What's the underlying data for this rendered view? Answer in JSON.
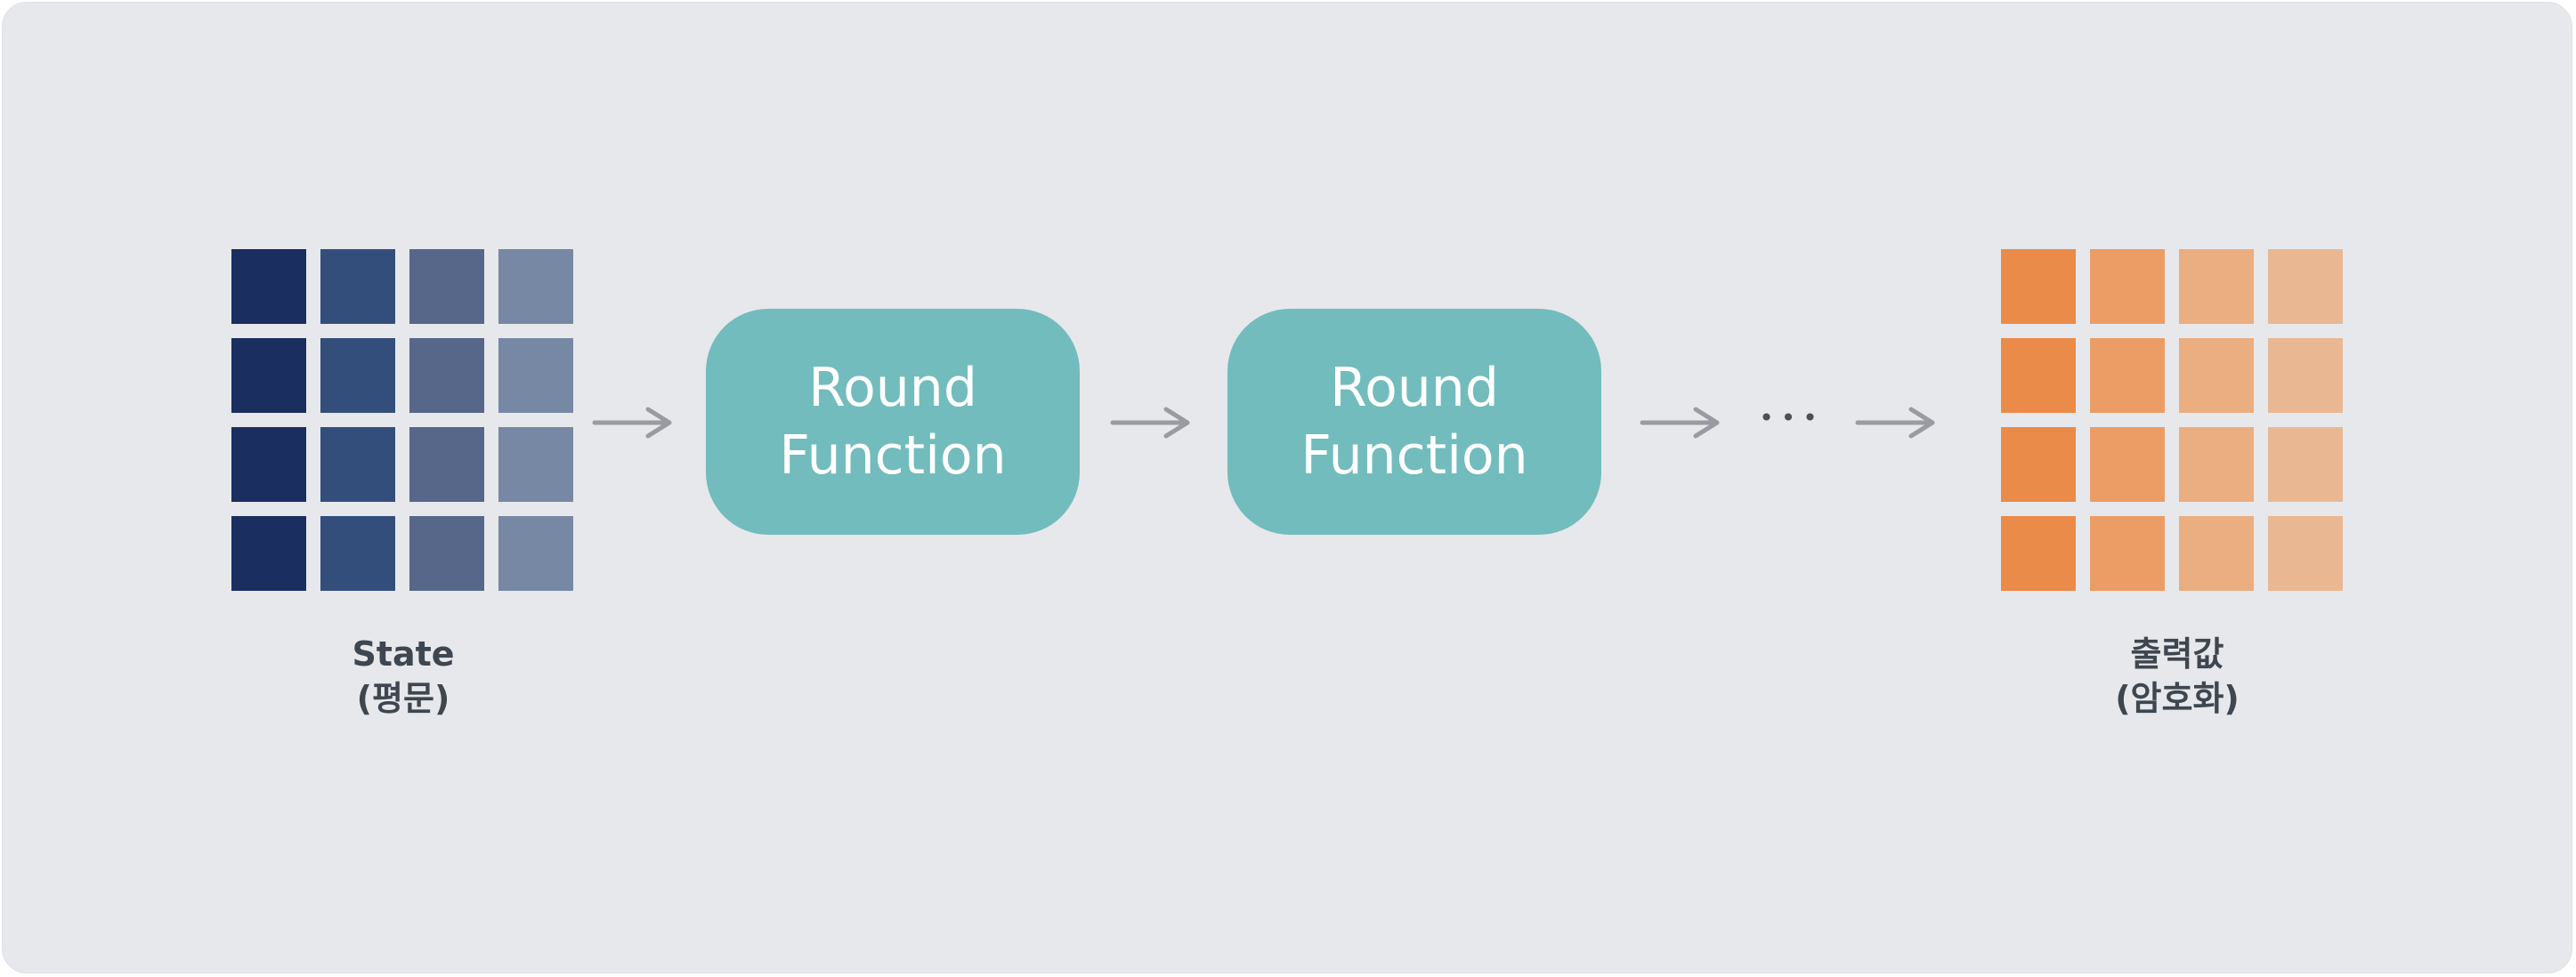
{
  "diagram": {
    "input": {
      "title": "State",
      "subtitle": "(평문)",
      "column_colors": [
        "#1a2e5f",
        "#344e7c",
        "#566789",
        "#7788a4"
      ]
    },
    "round_functions": [
      {
        "line1": "Round",
        "line2": "Function"
      },
      {
        "line1": "Round",
        "line2": "Function"
      }
    ],
    "ellipsis": "•••",
    "output": {
      "title": "출력값",
      "subtitle": "(암호화)",
      "column_colors": [
        "#ea8b4a",
        "#eb9d65",
        "#ebae80",
        "#e9b892"
      ]
    },
    "colors": {
      "background": "#e7e8eb",
      "function_box": "#72bcbd",
      "arrow": "#9a9ba2",
      "label_text": "#3e4650"
    }
  }
}
